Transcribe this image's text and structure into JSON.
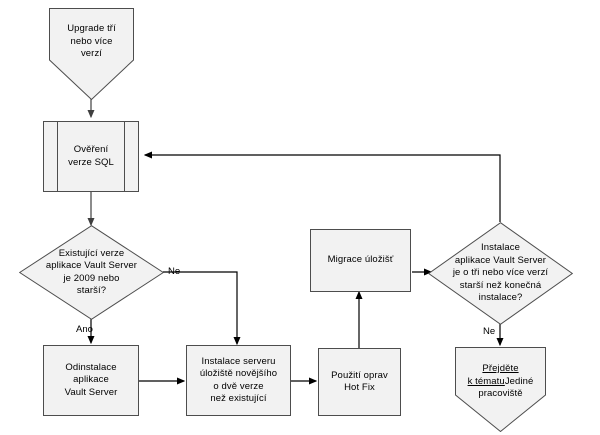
{
  "diagram": {
    "type": "flowchart",
    "title": "Upgrade tří nebo více verzí",
    "language": "cs",
    "background": "#ffffff",
    "shape_fill": "#f2f2f2",
    "shape_stroke": "#4d4d4d",
    "connector_color": "#000000"
  },
  "nodes": {
    "start": {
      "label": "Upgrade tří\nnebo více\nverzí",
      "shape": "pentagon"
    },
    "verify_sql": {
      "label": "Ověření\nverze SQL",
      "shape": "predefined-process"
    },
    "decision_2009": {
      "label": "Existující verze\naplikace Vault Server\nje 2009 nebo\nstarší?",
      "shape": "diamond"
    },
    "uninstall": {
      "label": "Odinstalace\naplikace\nVault Server",
      "shape": "process"
    },
    "install_server": {
      "label": "Instalace serveru\núložiště novějšího\no dvě verze\nnež existující",
      "shape": "process"
    },
    "hotfix": {
      "label": "Použití oprav\nHot Fix",
      "shape": "process"
    },
    "migration": {
      "label": "Migrace úložišť",
      "shape": "process"
    },
    "decision_three": {
      "label": "Instalace\naplikace Vault Server\nje o tři nebo více verzí\nstarší než konečná\ninstalace?",
      "shape": "diamond"
    },
    "goto_topic": {
      "label_link": "Přejděte\nk tématu",
      "label_rest": "Jediné\npracoviště",
      "shape": "pentagon"
    }
  },
  "edge_labels": {
    "ne_left": "Ne",
    "ano_left": "Ano",
    "ne_right": "Ne"
  }
}
